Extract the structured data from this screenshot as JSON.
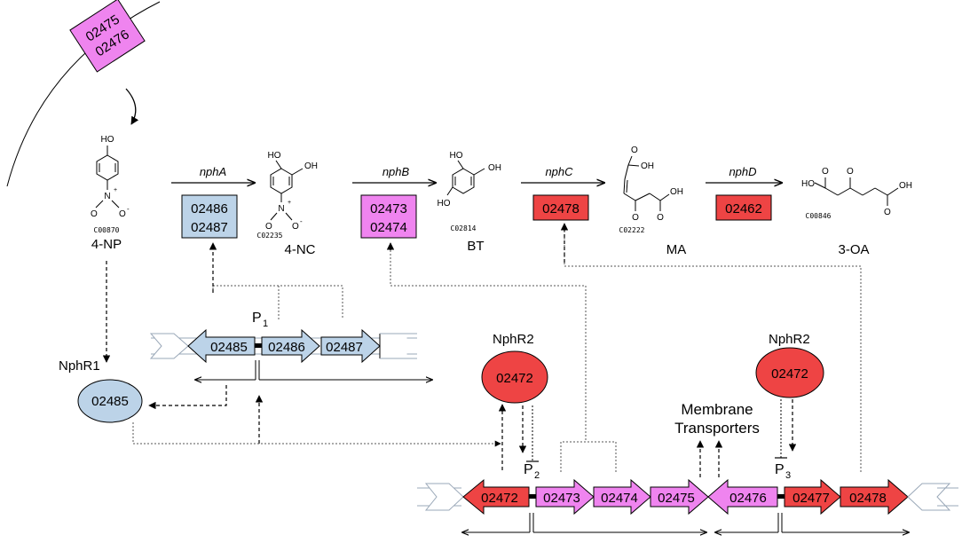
{
  "colors": {
    "blue": "#bcd3e8",
    "pink": "#ef84ef",
    "red": "#ee4444",
    "stroke": "#000000"
  },
  "pathway": {
    "transporter_box": {
      "line1": "02475",
      "line2": "02476"
    },
    "compounds": [
      {
        "id": "4-NP",
        "kegg": "C00870",
        "atom_top": "HO",
        "atom_n": "N",
        "atom_o": "O",
        "charge_plus": "+",
        "charge_minus": "-",
        "atom_o2": "O"
      },
      {
        "id": "4-NC",
        "kegg": "C02235",
        "atom_oh1": "HO",
        "atom_oh2": "OH",
        "atom_n": "N",
        "atom_o": "O",
        "charge_plus": "+",
        "charge_minus": "-",
        "atom_o2": "O"
      },
      {
        "id": "BT",
        "kegg": "C02814",
        "atom_oh1": "HO",
        "atom_oh2": "OH",
        "atom_oh3": "HO"
      },
      {
        "id": "MA",
        "kegg": "C02222",
        "atom_oh1": "OH",
        "atom_oh2": "OH",
        "atom_o1": "O",
        "atom_o2": "O",
        "atom_o3": "O"
      },
      {
        "id": "3-OA",
        "kegg": "C00846",
        "atom_oh1": "HO",
        "atom_oh2": "OH",
        "atom_o1": "O",
        "atom_o2": "O",
        "atom_o3": "O"
      }
    ],
    "steps": [
      {
        "gene": "nphA",
        "enzymes": [
          "02486",
          "02487"
        ]
      },
      {
        "gene": "nphB",
        "enzymes": [
          "02473",
          "02474"
        ]
      },
      {
        "gene": "nphC",
        "enzymes": [
          "02478"
        ]
      },
      {
        "gene": "nphD",
        "enzymes": [
          "02462"
        ]
      }
    ]
  },
  "regulators": {
    "nphr1": {
      "name": "NphR1",
      "gene": "02485"
    },
    "nphr2_left": {
      "name": "NphR2",
      "gene": "02472"
    },
    "nphr2_right": {
      "name": "NphR2",
      "gene": "02472"
    }
  },
  "operon_top": {
    "promoter": "P",
    "promoter_sub": "1",
    "genes": [
      "02485",
      "02486",
      "02487"
    ]
  },
  "operon_bottom": {
    "promoters": [
      {
        "label": "P",
        "sub": "2"
      },
      {
        "label": "P",
        "sub": "3"
      }
    ],
    "genes": [
      "02472",
      "02473",
      "02474",
      "02475",
      "02476",
      "02477",
      "02478"
    ]
  },
  "membrane_label": {
    "line1": "Membrane",
    "line2": "Transporters"
  }
}
